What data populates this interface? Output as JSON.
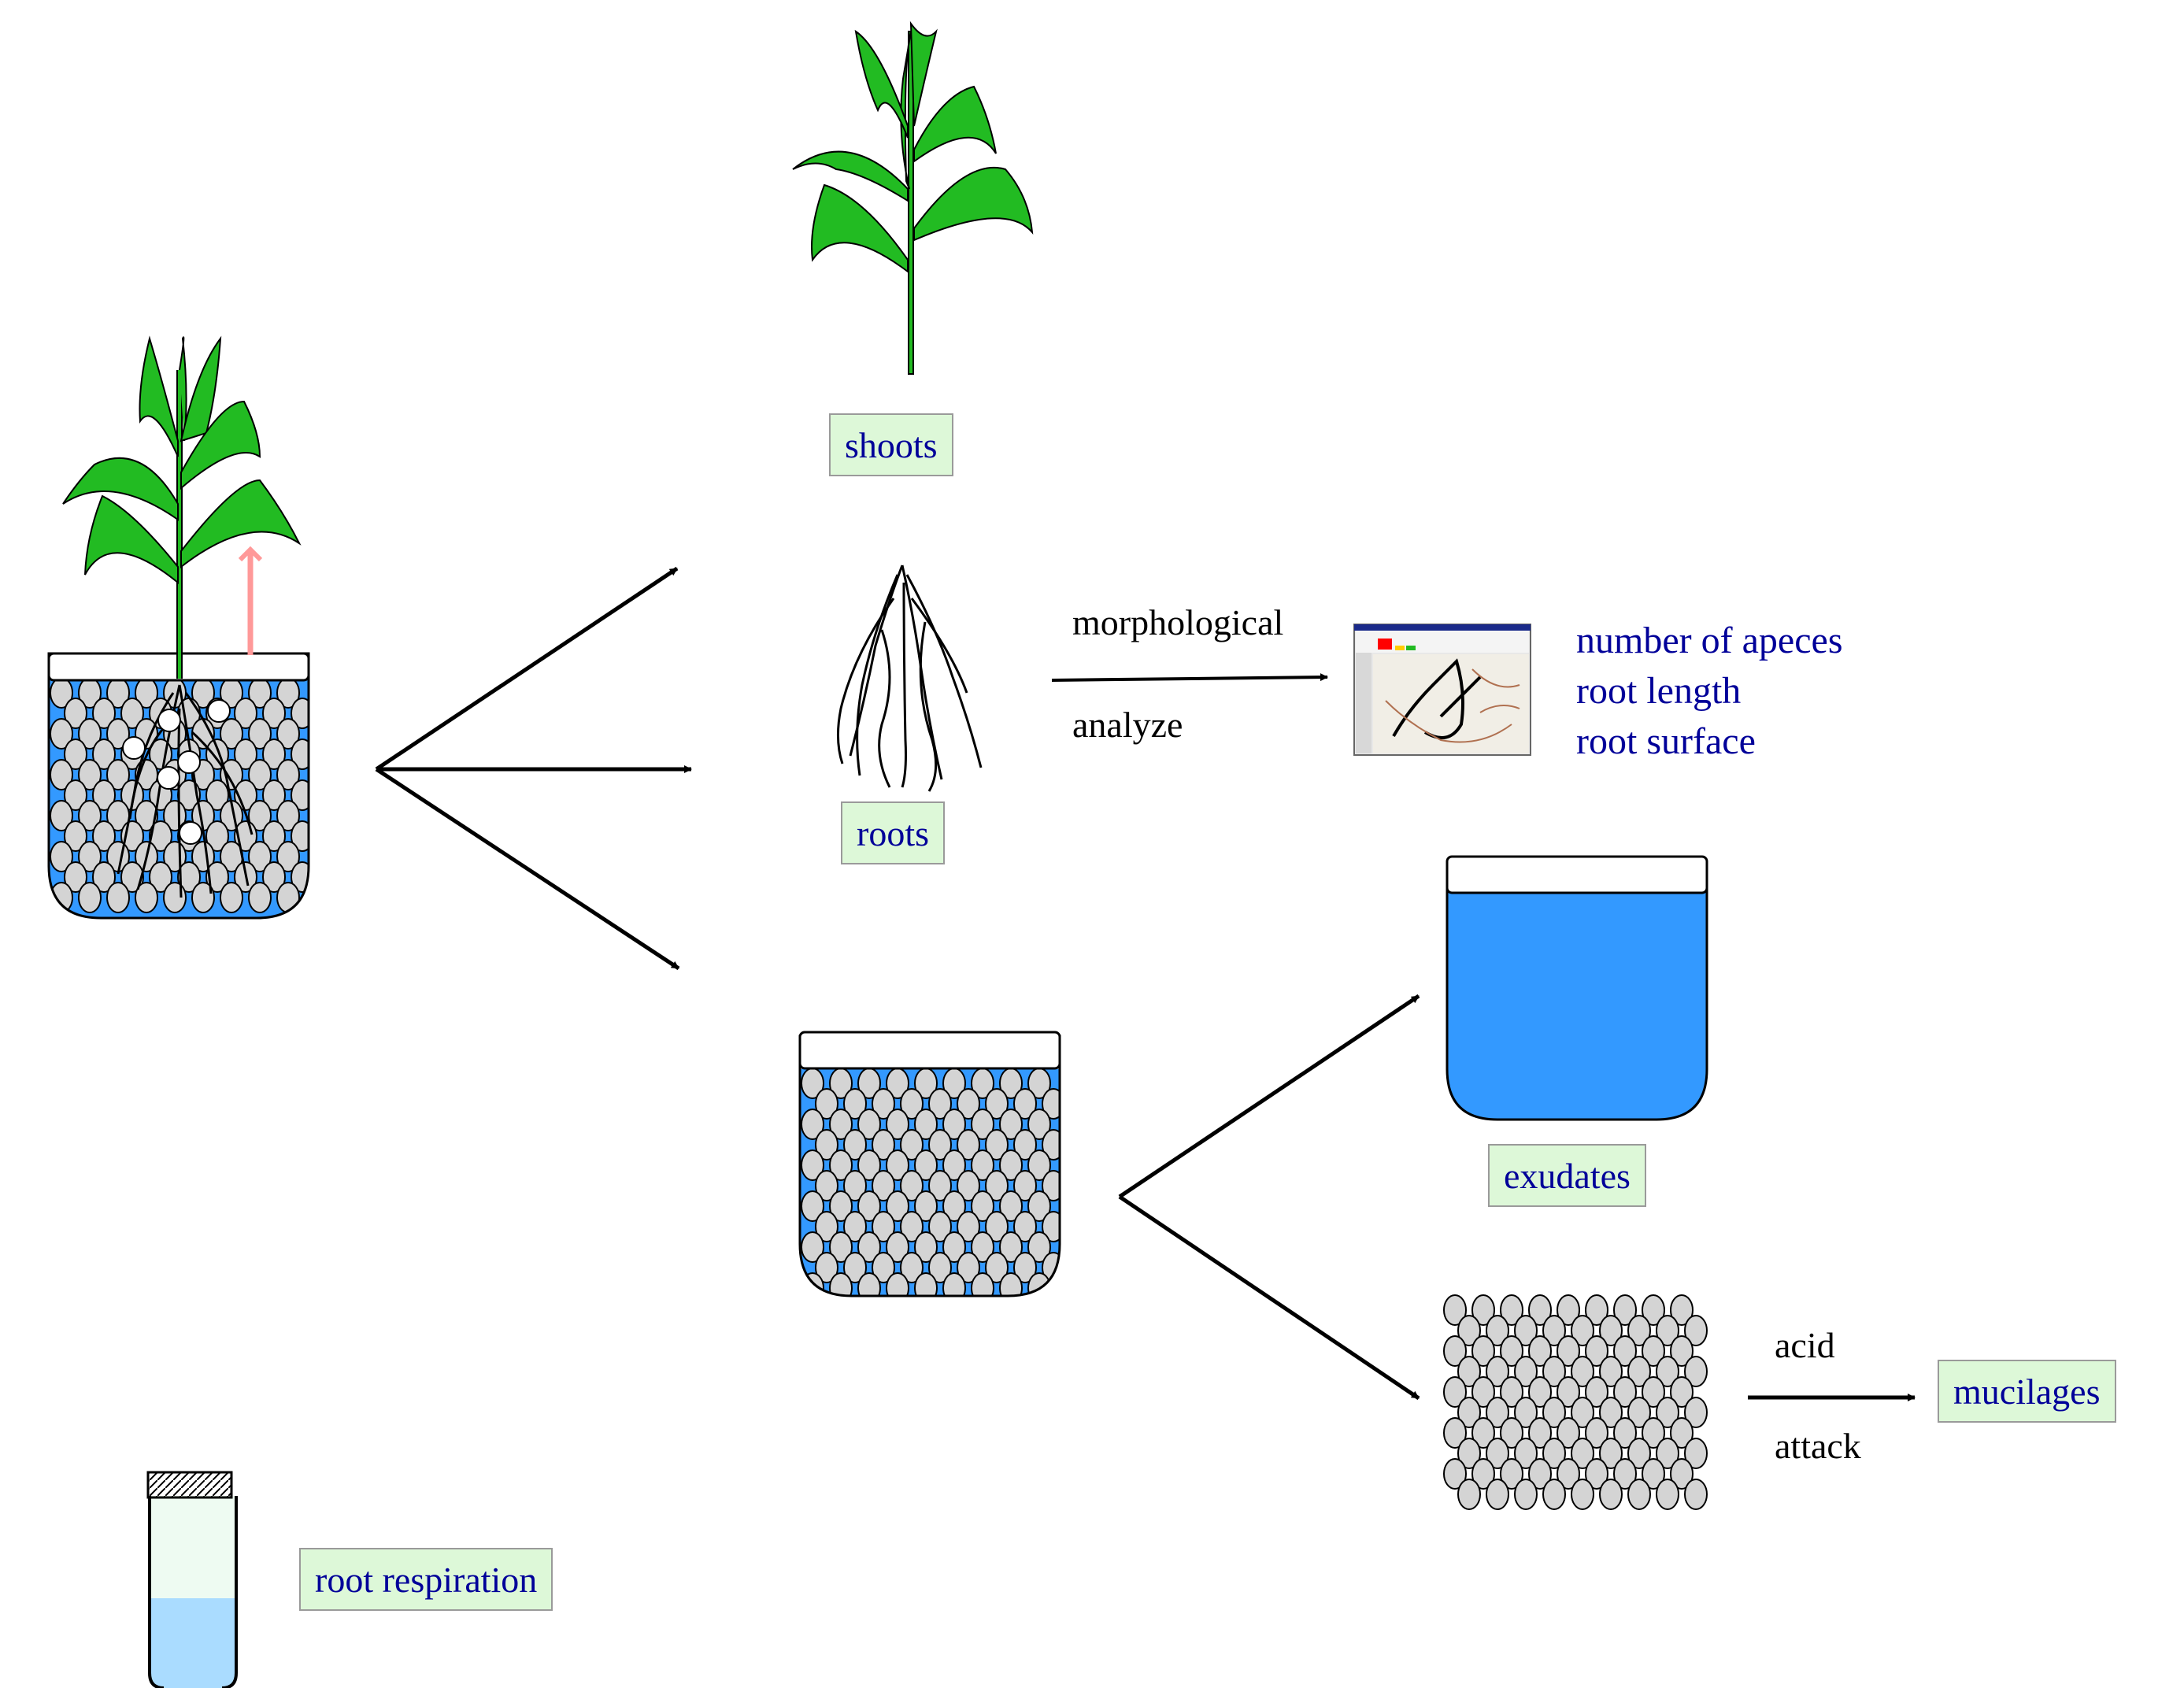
{
  "labels": {
    "shoots": "shoots",
    "roots": "roots",
    "exudates": "exudates",
    "mucilages": "mucilages",
    "root_respiration": "root respiration"
  },
  "arrow_text": {
    "morphological": "morphological",
    "analyze": "analyze",
    "acid": "acid",
    "attack": "attack"
  },
  "results": [
    "number of apeces",
    "root length",
    "root surface"
  ],
  "colors": {
    "label_fill": "#ddf8d8",
    "label_text": "#000099",
    "water": "#3399ff",
    "bead": "#d4d4d4",
    "leaf": "#22bb22",
    "respiration_liquid": "#aadcff",
    "upward_arrow": "#ff9999"
  }
}
